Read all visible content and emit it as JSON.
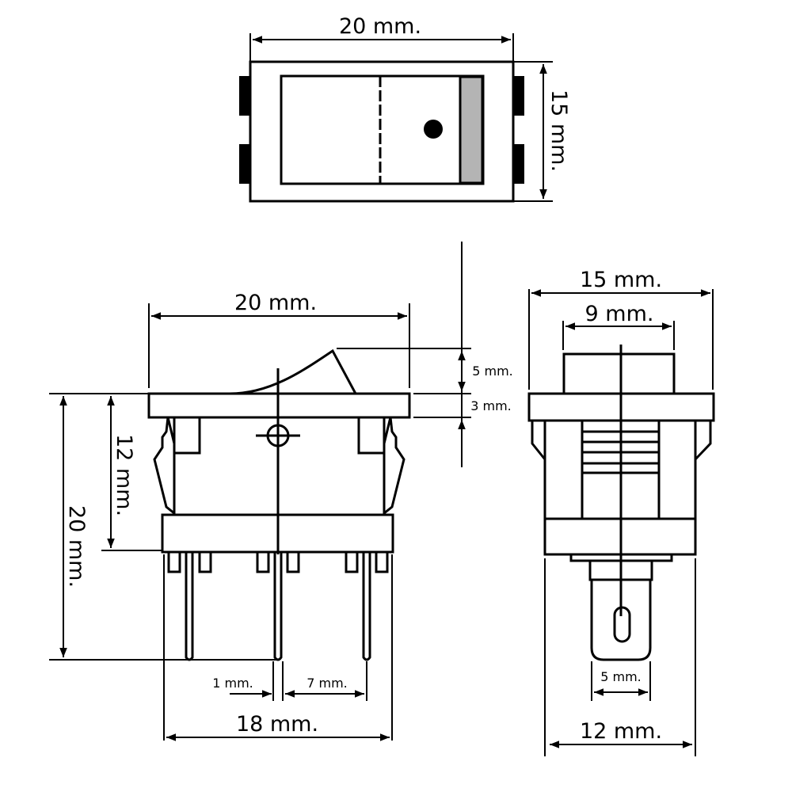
{
  "top_view": {
    "width_label": "20 mm.",
    "height_label": "15 mm."
  },
  "front_view": {
    "width_label": "20 mm.",
    "rocker_height_label": "5 mm.",
    "flange_label": "3 mm.",
    "total_height_label": "20 mm.",
    "body_height_label": "12 mm.",
    "pin_width_label": "1 mm.",
    "pin_pitch_label": "7 mm.",
    "base_width_label": "18 mm."
  },
  "side_view": {
    "width_label": "15 mm.",
    "cap_width_label": "9 mm.",
    "terminal_width_label": "5 mm.",
    "base_width_label": "12 mm."
  },
  "colors": {
    "indicator": "#b4b4b4",
    "line": "#000000"
  }
}
